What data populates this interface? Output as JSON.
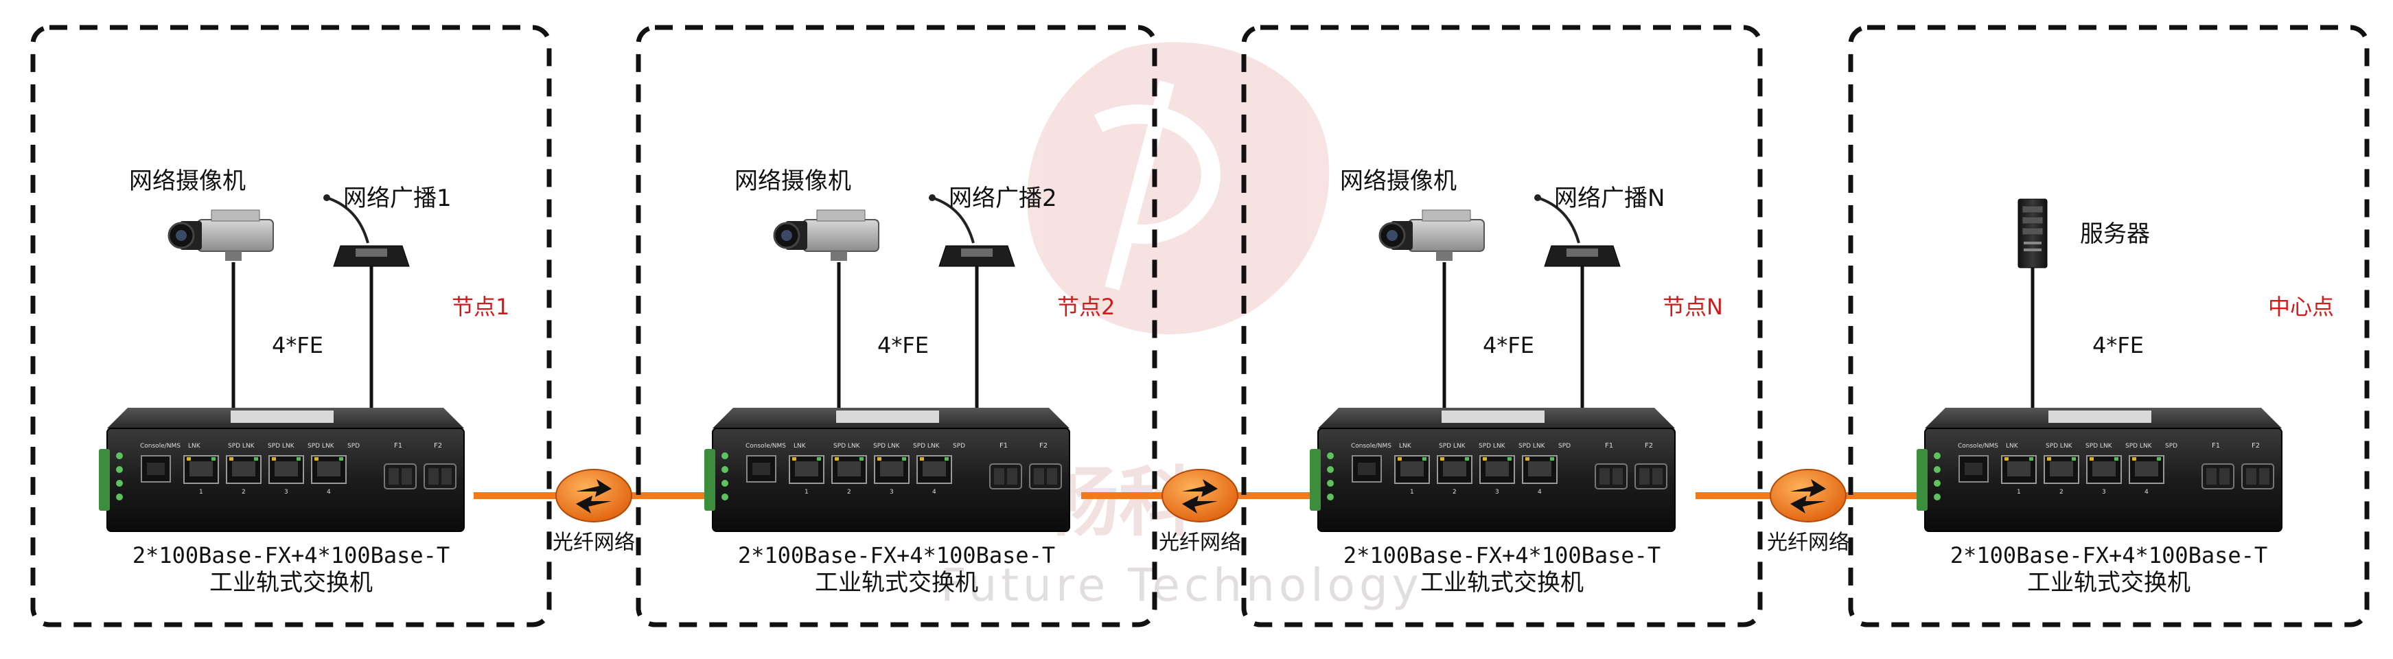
{
  "colors": {
    "fiber": "#f07a1c",
    "node_label": "#d11a1a",
    "frame": "#111111",
    "watermark": "#e9b4b4"
  },
  "watermark": {
    "text_en": "Future Technology"
  },
  "panels": [
    {
      "camera_label": "网络摄像机",
      "broadcast_label": "网络广播1",
      "node_label": "节点1",
      "fe_label": "4*FE",
      "switch_model": "2*100Base-FX+4*100Base-T",
      "switch_name": "工业轨式交换机"
    },
    {
      "camera_label": "网络摄像机",
      "broadcast_label": "网络广播2",
      "node_label": "节点2",
      "fe_label": "4*FE",
      "switch_model": "2*100Base-FX+4*100Base-T",
      "switch_name": "工业轨式交换机"
    },
    {
      "camera_label": "网络摄像机",
      "broadcast_label": "网络广播N",
      "node_label": "节点N",
      "fe_label": "4*FE",
      "switch_model": "2*100Base-FX+4*100Base-T",
      "switch_name": "工业轨式交换机"
    },
    {
      "server_label": "服务器",
      "node_label": "中心点",
      "fe_label": "4*FE",
      "switch_model": "2*100Base-FX+4*100Base-T",
      "switch_name": "工业轨式交换机"
    }
  ],
  "fiber_links": [
    {
      "label": "光纤网络"
    },
    {
      "label": "光纤网络"
    },
    {
      "label": "光纤网络"
    }
  ],
  "switch_panel_text": {
    "console": "Console/NMS",
    "port_headers": [
      "LNK",
      "SPD LNK",
      "SPD LNK",
      "SPD LNK",
      "SPD"
    ],
    "port_numbers": [
      "1",
      "2",
      "3",
      "4"
    ],
    "fiber_ports": [
      "F1",
      "F2"
    ]
  }
}
